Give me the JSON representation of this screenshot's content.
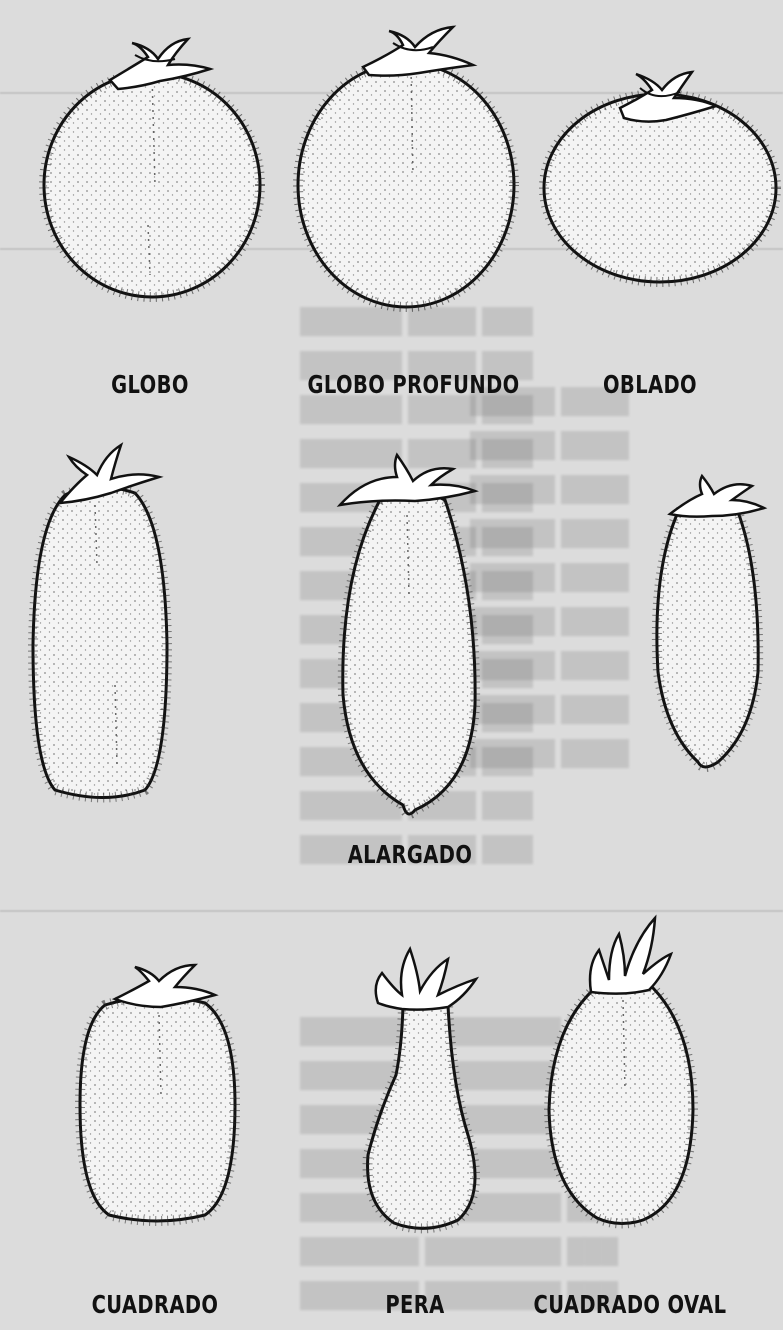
{
  "shapes": [
    {
      "id": "globo",
      "label": "GLOBO"
    },
    {
      "id": "globo-profundo",
      "label": "GLOBO PROFUNDO"
    },
    {
      "id": "oblado",
      "label": "OBLADO"
    },
    {
      "id": "alargado",
      "label": "ALARGADO"
    },
    {
      "id": "cuadrado",
      "label": "CUADRADO"
    },
    {
      "id": "pera",
      "label": "PERA"
    },
    {
      "id": "cuadrado-oval",
      "label": "CUADRADO OVAL"
    }
  ]
}
